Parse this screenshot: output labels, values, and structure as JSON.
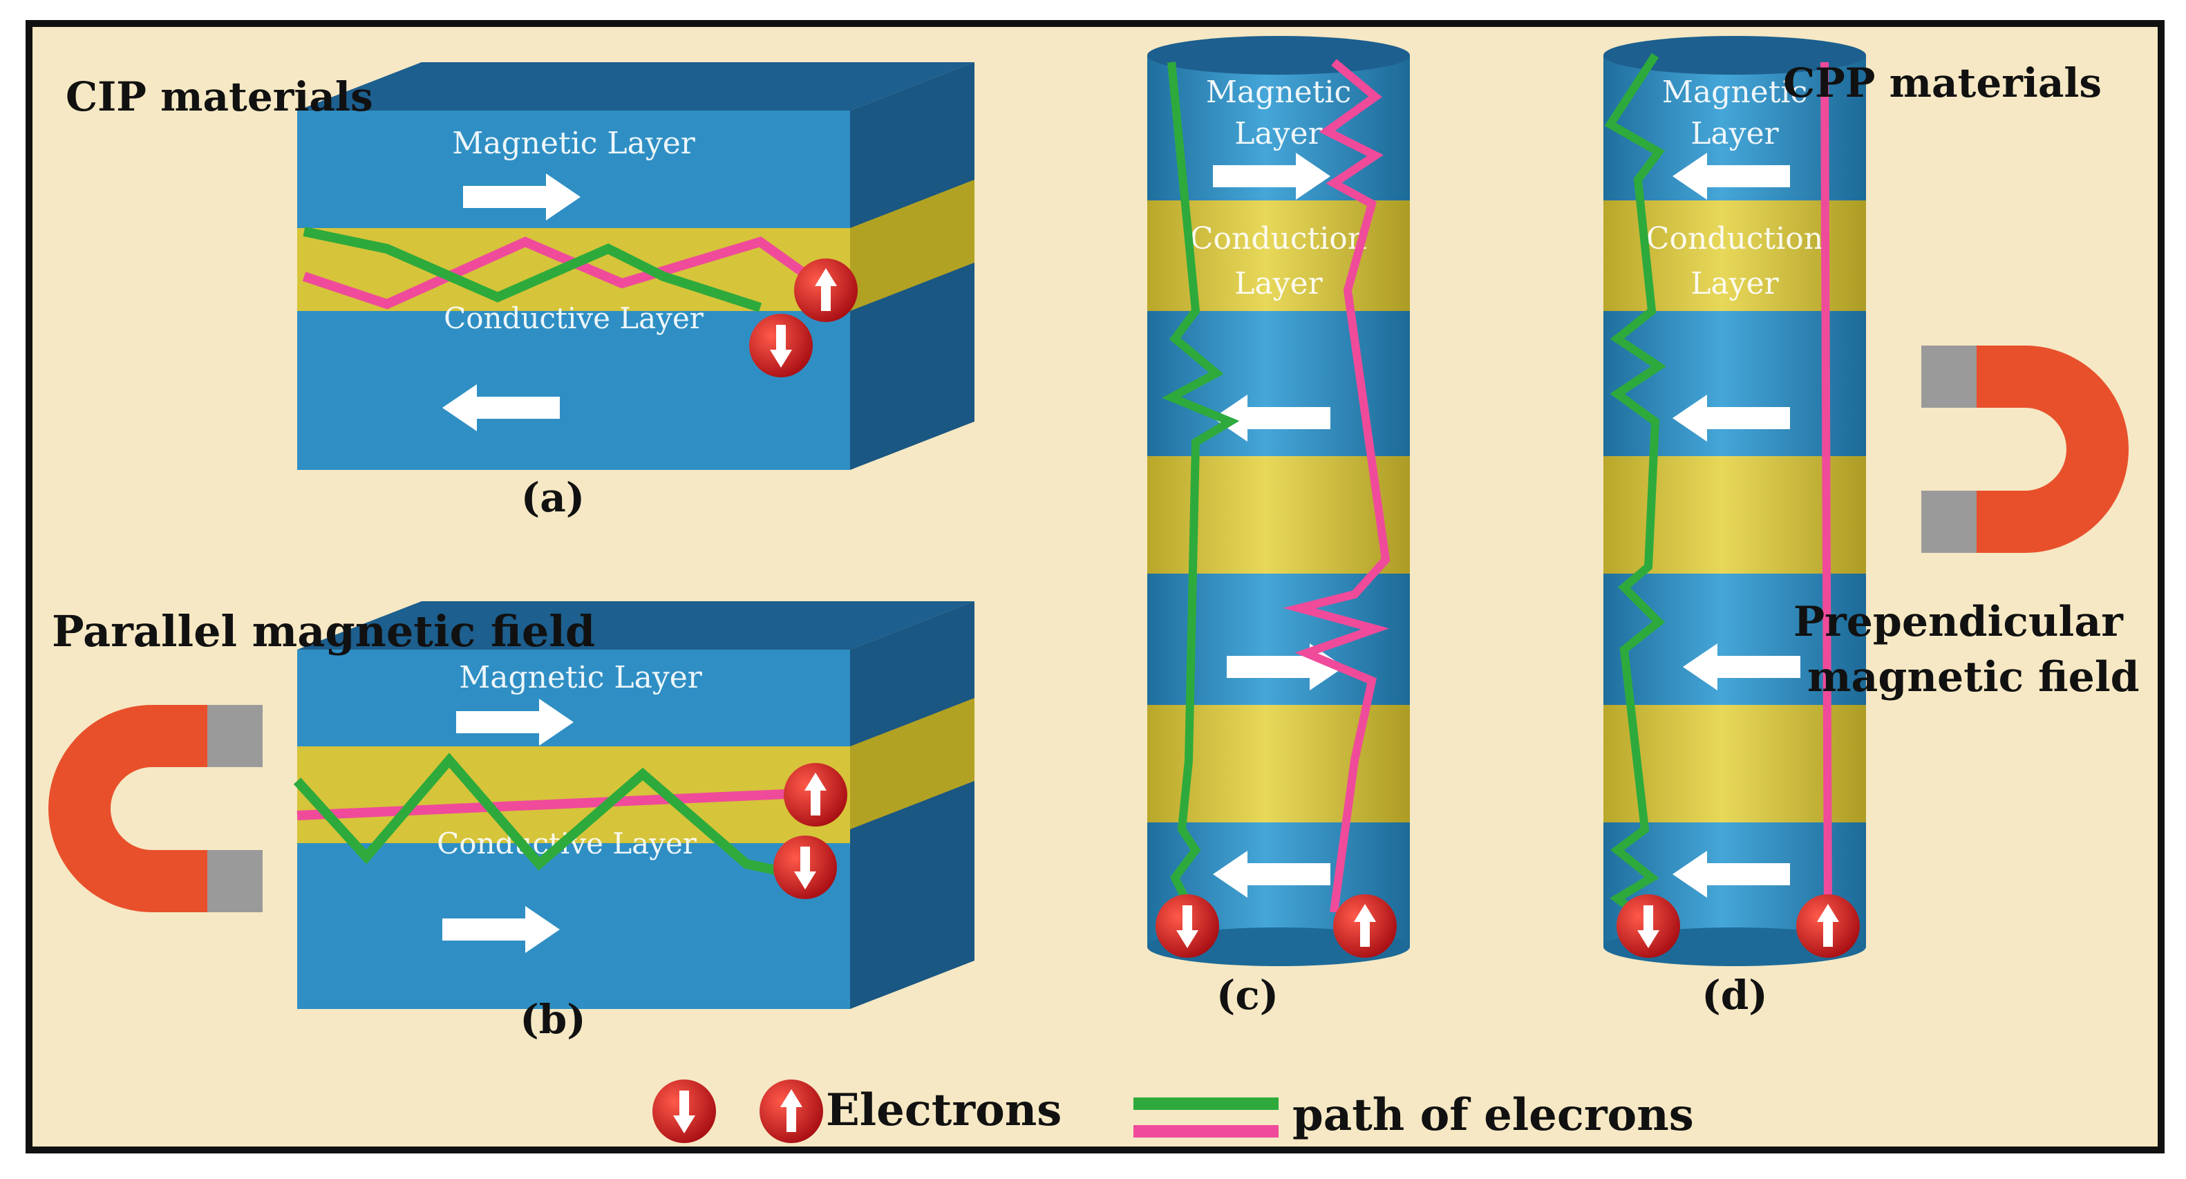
{
  "titles": {
    "cip": "CIP materials",
    "cpp": "CPP materials",
    "parallel_field": "Parallel magnetic field",
    "perpendicular_line1": "Prependicular",
    "perpendicular_line2": "magnetic field"
  },
  "panels": {
    "a": {
      "caption": "(a)",
      "top_layer": "Magnetic Layer",
      "middle_layer": "Conductive Layer"
    },
    "b": {
      "caption": "(b)",
      "top_layer": "Magnetic Layer",
      "middle_layer": "Conductive Layer"
    },
    "c": {
      "caption": "(c)",
      "top_line1": "Magnetic",
      "top_line2": "Layer",
      "middle_line1": "Conduction",
      "middle_line2": "Layer"
    },
    "d": {
      "caption": "(d)",
      "top_line1": "Magnetic",
      "top_line2": "Layer",
      "middle_line1": "Conduction",
      "middle_line2": "Layer"
    }
  },
  "legend": {
    "electrons_label": "Electrons",
    "path_label": "path of elecrons"
  },
  "colors": {
    "background": "#f6e8c4",
    "magnetic_layer": "#2f8fc4",
    "conductive_layer": "#d6c43a",
    "path_green": "#2eaa3c",
    "path_pink": "#ef4b9a",
    "electron": "#c8161d",
    "magnet": "#e8502c"
  }
}
